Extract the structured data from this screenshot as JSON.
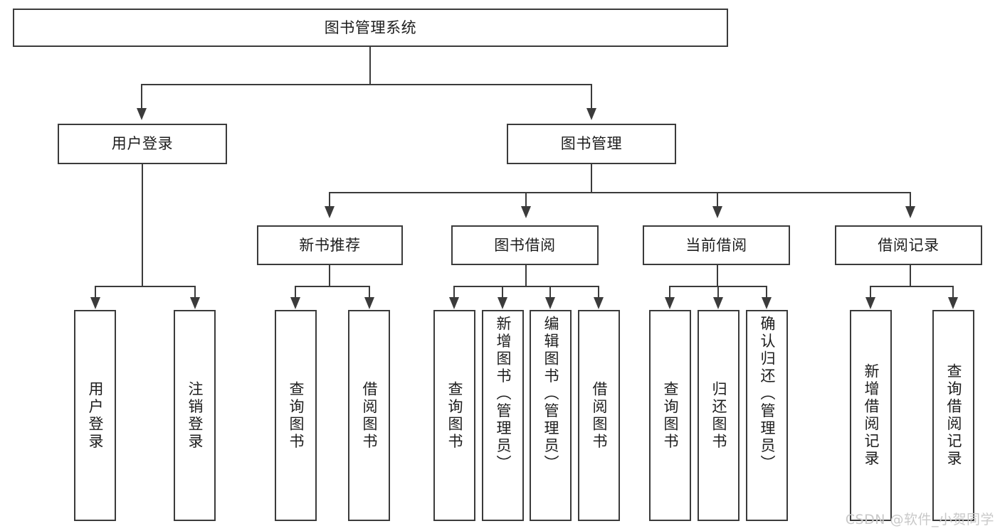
{
  "diagram": {
    "title": "图书管理系统",
    "type": "function-structure-tree",
    "orientation": "top-down",
    "colors": {
      "background": "#ffffff",
      "box_border": "#3b3b3b",
      "box_fill": "#ffffff",
      "text": "#1d1d1d",
      "connector": "#3b3b3b",
      "watermark": "#c9c9c9"
    }
  },
  "nodes": {
    "root": {
      "label": "图书管理系统",
      "level": 1
    },
    "level2": [
      {
        "id": "user-login",
        "label": "用户登录"
      },
      {
        "id": "book-manage",
        "label": "图书管理"
      }
    ],
    "level3": [
      {
        "id": "new-book-recommend",
        "label": "新书推荐",
        "parent": "book-manage"
      },
      {
        "id": "book-borrow",
        "label": "图书借阅",
        "parent": "book-manage"
      },
      {
        "id": "current-borrow",
        "label": "当前借阅",
        "parent": "book-manage"
      },
      {
        "id": "borrow-record",
        "label": "借阅记录",
        "parent": "book-manage"
      }
    ],
    "leaves": {
      "user-login": [
        {
          "id": "leaf-user-login",
          "label": "用户登录"
        },
        {
          "id": "leaf-user-logout",
          "label": "注销登录"
        }
      ],
      "new-book-recommend": [
        {
          "id": "leaf-query-book-1",
          "label": "查询图书"
        },
        {
          "id": "leaf-borrow-book-1",
          "label": "借阅图书"
        }
      ],
      "book-borrow": [
        {
          "id": "leaf-query-book-2",
          "label": "查询图书"
        },
        {
          "id": "leaf-add-book",
          "label": "新增图书（管理员）"
        },
        {
          "id": "leaf-edit-book",
          "label": "编辑图书（管理员）"
        },
        {
          "id": "leaf-borrow-book-2",
          "label": "借阅图书"
        }
      ],
      "current-borrow": [
        {
          "id": "leaf-query-book-3",
          "label": "查询图书"
        },
        {
          "id": "leaf-return-book",
          "label": "归还图书"
        },
        {
          "id": "leaf-confirm-return",
          "label": "确认归还（管理员）"
        }
      ],
      "borrow-record": [
        {
          "id": "leaf-add-record",
          "label": "新增借阅记录"
        },
        {
          "id": "leaf-query-record",
          "label": "查询借阅记录"
        }
      ]
    }
  },
  "watermark": {
    "text": "CSDN @软件_小贺同学"
  }
}
